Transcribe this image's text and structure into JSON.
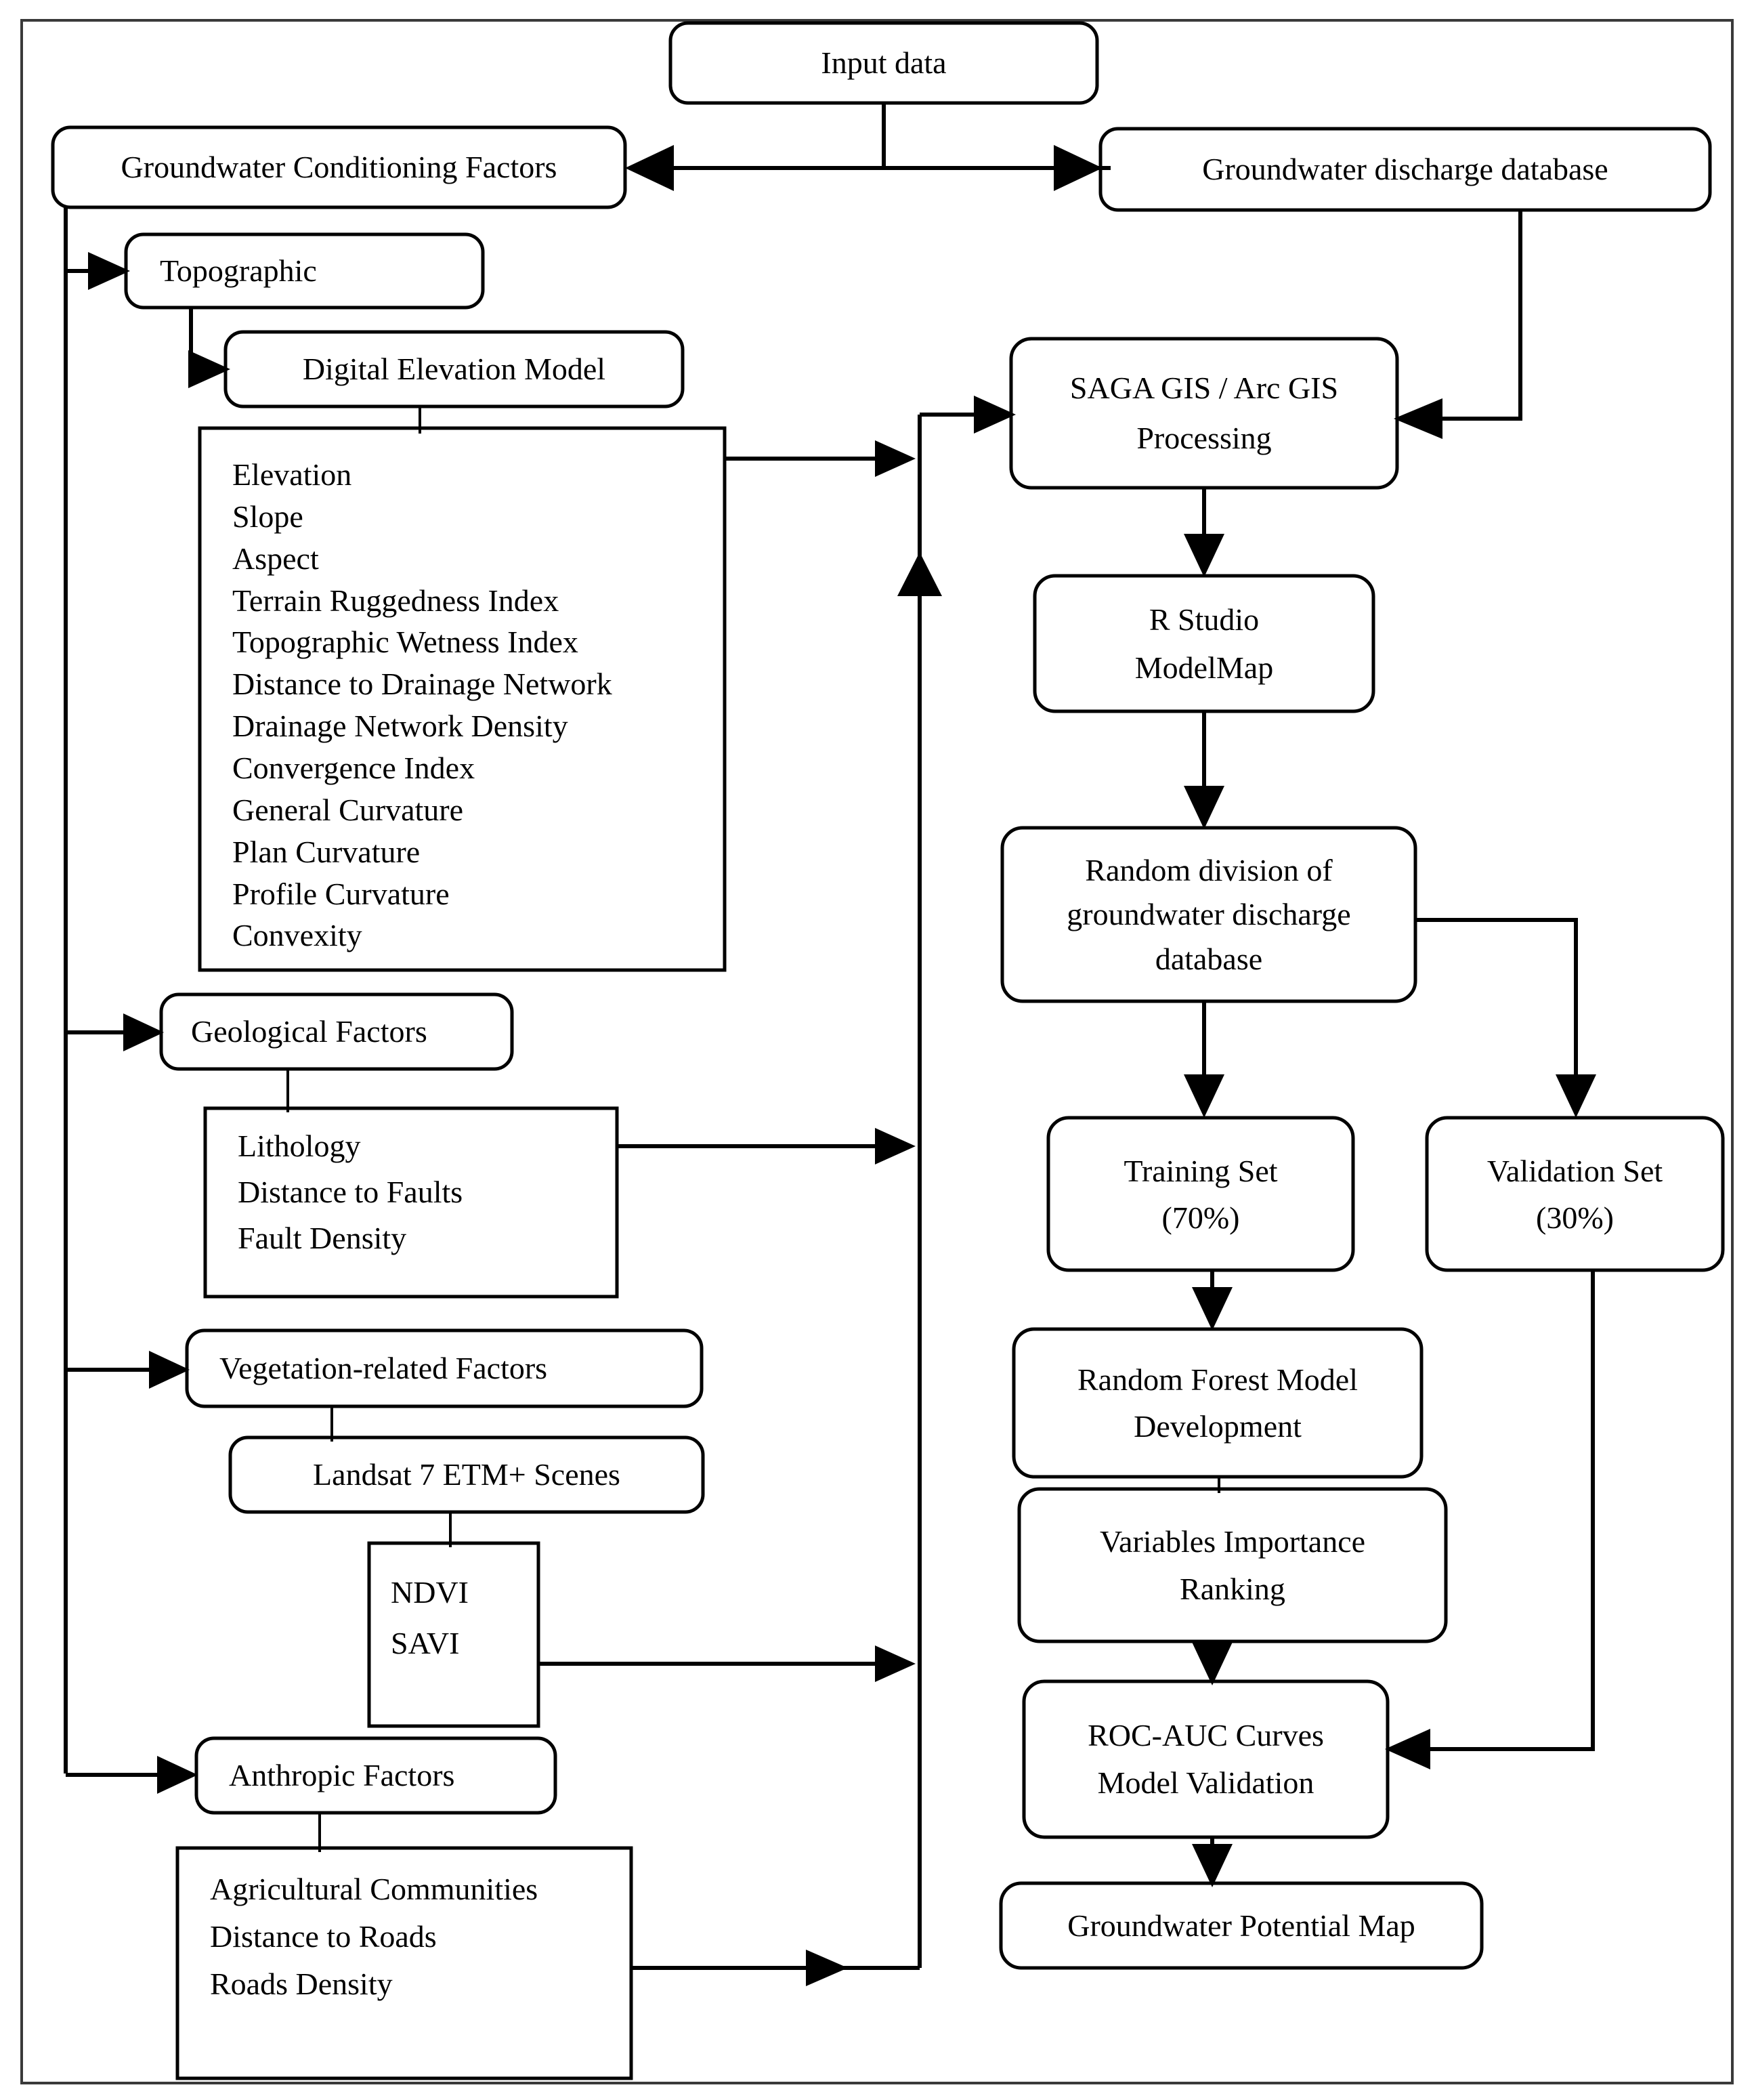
{
  "figure": {
    "title": "Groundwater Potential Mapping Methodology Flowchart",
    "border_color": "#3a3a3a",
    "box_stroke_color": "#000000",
    "background_color": "#ffffff"
  },
  "nodes": {
    "input_data": {
      "label": "Input data"
    },
    "conditioning_factors": {
      "label": "Groundwater Conditioning Factors"
    },
    "discharge_database": {
      "label": "Groundwater discharge database"
    },
    "topographic": {
      "label": "Topographic"
    },
    "dem": {
      "label": "Digital Elevation Model"
    },
    "topographic_list": {
      "items": [
        "Elevation",
        "Slope",
        "Aspect",
        "Terrain Ruggedness Index",
        "Topographic Wetness Index",
        "Distance to Drainage Network",
        "Drainage Network Density",
        "Convergence Index",
        "General Curvature",
        "Plan Curvature",
        "Profile Curvature",
        "Convexity"
      ]
    },
    "geological": {
      "label": "Geological Factors"
    },
    "geological_list": {
      "items": [
        "Lithology",
        "Distance to Faults",
        "Fault Density"
      ]
    },
    "vegetation": {
      "label": "Vegetation-related Factors"
    },
    "landsat": {
      "label": "Landsat 7 ETM+ Scenes"
    },
    "vegetation_indices": {
      "items": [
        "NDVI",
        "SAVI"
      ]
    },
    "anthropic": {
      "label": "Anthropic Factors"
    },
    "anthropic_list": {
      "items": [
        "Agricultural Communities",
        "Distance to Roads",
        "Roads Density"
      ]
    },
    "gis_processing": {
      "lines": [
        "SAGA GIS / Arc GIS",
        "Processing"
      ]
    },
    "r_studio": {
      "lines": [
        "R Studio",
        "ModelMap"
      ]
    },
    "random_division": {
      "lines": [
        "Random division of",
        "groundwater discharge",
        "database"
      ]
    },
    "training_set": {
      "lines": [
        "Training Set",
        "(70%)"
      ]
    },
    "validation_set": {
      "lines": [
        "Validation Set",
        "(30%)"
      ]
    },
    "rf_model": {
      "lines": [
        "Random Forest Model",
        "Development"
      ]
    },
    "variables_importance": {
      "lines": [
        "Variables Importance",
        "Ranking"
      ]
    },
    "roc_auc": {
      "lines": [
        "ROC-AUC Curves",
        "Model Validation"
      ]
    },
    "potential_map": {
      "label": "Groundwater Potential Map"
    }
  }
}
